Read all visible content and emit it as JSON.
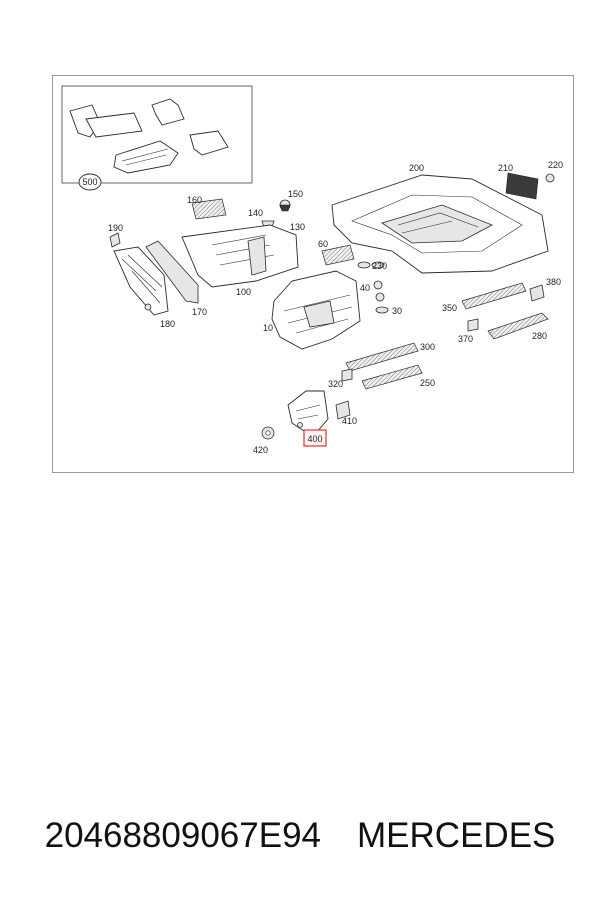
{
  "diagram": {
    "callouts": {
      "c10": "10",
      "c30": "30",
      "c40": "40",
      "c60": "60",
      "c100": "100",
      "c130": "130",
      "c140": "140",
      "c150": "150",
      "c160": "160",
      "c170": "170",
      "c180": "180",
      "c190": "190",
      "c200": "200",
      "c210": "210",
      "c220": "220",
      "c230": "230",
      "c250": "250",
      "c280": "280",
      "c300": "300",
      "c320": "320",
      "c350": "350",
      "c370": "370",
      "c380": "380",
      "c400": "400",
      "c410": "410",
      "c420": "420",
      "c500": "500"
    },
    "highlight_color": "#e03030"
  },
  "caption": {
    "part_number": "20468809067E94",
    "brand": "MERCEDES"
  }
}
